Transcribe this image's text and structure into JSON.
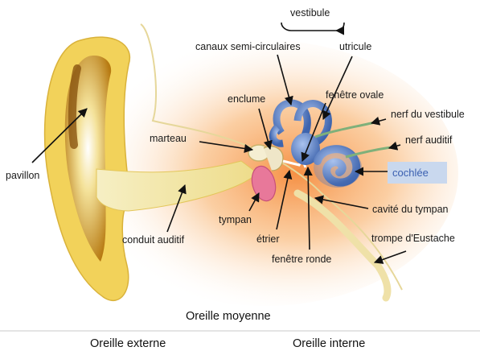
{
  "labels": {
    "vestibule": "vestibule",
    "canaux": "canaux semi-circulaires",
    "utricule": "utricule",
    "enclume": "enclume",
    "fenetre_ovale": "fenêtre ovale",
    "nerf_vestibule": "nerf du vestibule",
    "marteau": "marteau",
    "nerf_auditif": "nerf auditif",
    "cochlee": "cochlée",
    "pavillon": "pavillon",
    "cavite": "cavité du tympan",
    "tympan": "tympan",
    "trompe": "trompe d'Eustache",
    "etrier": "étrier",
    "conduit": "conduit auditif",
    "fenetre_ronde": "fenêtre ronde"
  },
  "sections": {
    "moyenne": "Oreille moyenne",
    "externe": "Oreille externe",
    "interne": "Oreille interne"
  },
  "colors": {
    "highlight_box": "#c9d8ee",
    "highlight_text": "#3a5fb0",
    "ear_yellow": "#f2d25a",
    "ear_brown": "#a86a10",
    "orange_glow": "#f7a35a",
    "labyrinth_blue": "#5e85c9",
    "tympan_pink": "#e8789a"
  }
}
